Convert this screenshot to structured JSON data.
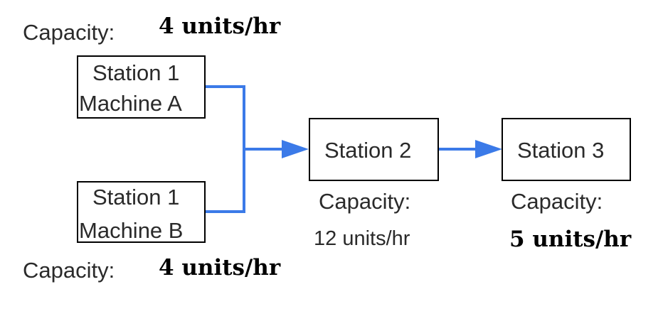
{
  "colors": {
    "connector": "#3b7ae8",
    "box_border": "#000000"
  },
  "stations": {
    "s1a": {
      "line1": "Station 1",
      "line2": "Machine A",
      "capacity_label": "Capacity:",
      "capacity_value": "4 units/hr"
    },
    "s1b": {
      "line1": "Station 1",
      "line2": "Machine B",
      "capacity_label": "Capacity:",
      "capacity_value": "4 units/hr"
    },
    "s2": {
      "label": "Station 2",
      "capacity_label": "Capacity:",
      "capacity_value": "12 units/hr"
    },
    "s3": {
      "label": "Station 3",
      "capacity_label": "Capacity:",
      "capacity_value": "5 units/hr"
    }
  }
}
